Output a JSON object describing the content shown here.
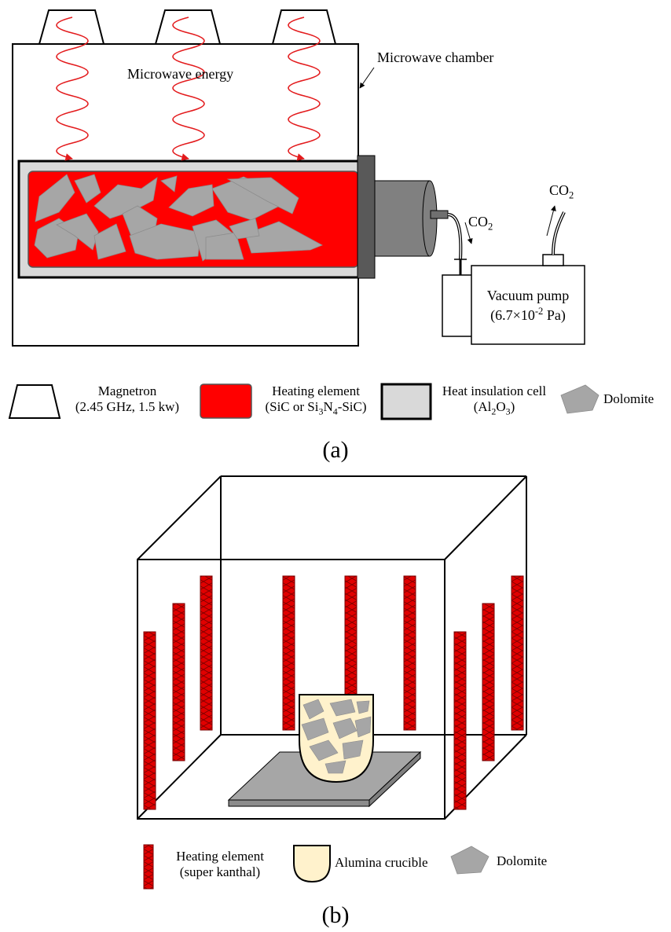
{
  "panel_a": {
    "caption": "(a)",
    "microwave_energy": "Microwave energy",
    "microwave_chamber": "Microwave chamber",
    "co2_out_of_chamber": {
      "base": "CO",
      "sub": "2"
    },
    "co2_out_of_pump": {
      "base": "CO",
      "sub": "2"
    },
    "vacuum_pump": {
      "name": "Vacuum pump",
      "pressure": {
        "open": "(6.7×10",
        "exp": "-2",
        "close": " Pa)"
      }
    },
    "legend": {
      "magnetron": {
        "line1": "Magnetron",
        "line2": "(2.45 GHz, 1.5 kw)"
      },
      "heating_element": {
        "line1": "Heating element",
        "line2": {
          "p1": "(SiC or Si",
          "s1": "3",
          "p2": "N",
          "s2": "4",
          "p3": "-SiC)"
        }
      },
      "heat_insulation": {
        "line1": "Heat insulation cell",
        "line2": {
          "p1": "(Al",
          "s1": "2",
          "p2": "O",
          "s2": "3",
          "p3": ")"
        }
      },
      "dolomite": "Dolomite"
    },
    "colors": {
      "heating": "#ff0000",
      "insulation": "#d9d9d9",
      "dolomite": "#a6a6a6",
      "wave": "#e31a1c"
    }
  },
  "panel_b": {
    "caption": "(b)",
    "legend": {
      "heating_element": {
        "line1": "Heating element",
        "line2": "(super kanthal)"
      },
      "alumina_crucible": "Alumina crucible",
      "dolomite": "Dolomite"
    },
    "colors": {
      "rod": "#e00000",
      "crucible": "#fff2cc",
      "plate": "#a6a6a6"
    }
  }
}
